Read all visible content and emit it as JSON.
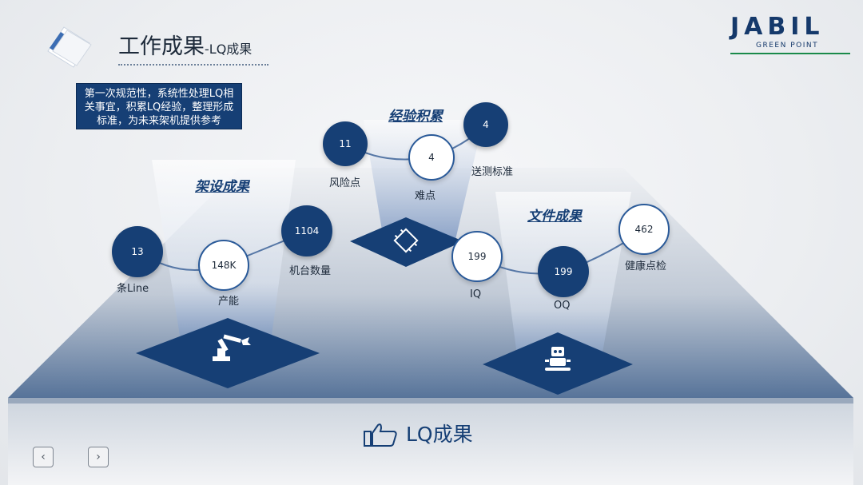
{
  "header": {
    "title": "工作成果",
    "subtitle": "-LQ成果",
    "description": "第一次规范性，系统性处理LQ相关事宜，积累LQ经验，整理形成标准，为未来架机提供参考"
  },
  "brand": {
    "name": "JABIL",
    "tagline": "GREEN POINT"
  },
  "sections": {
    "setup": {
      "title": "架设成果",
      "items": [
        {
          "value": "13",
          "label": "条Line"
        },
        {
          "value": "148K",
          "label": "产能"
        },
        {
          "value": "1104",
          "label": "机台数量"
        }
      ]
    },
    "experience": {
      "title": "经验积累",
      "items": [
        {
          "value": "11",
          "label": "风险点"
        },
        {
          "value": "4",
          "label": "难点"
        },
        {
          "value": "4",
          "label": "送测标准"
        }
      ]
    },
    "document": {
      "title": "文件成果",
      "items": [
        {
          "value": "199",
          "label": "IQ"
        },
        {
          "value": "199",
          "label": "OQ"
        },
        {
          "value": "462",
          "label": "健康点检"
        }
      ]
    }
  },
  "footer": {
    "label": "LQ成果"
  },
  "nav": {
    "prev": "‹",
    "next": "›"
  },
  "colors": {
    "primary": "#163f75",
    "accent": "#1a8a4a"
  }
}
